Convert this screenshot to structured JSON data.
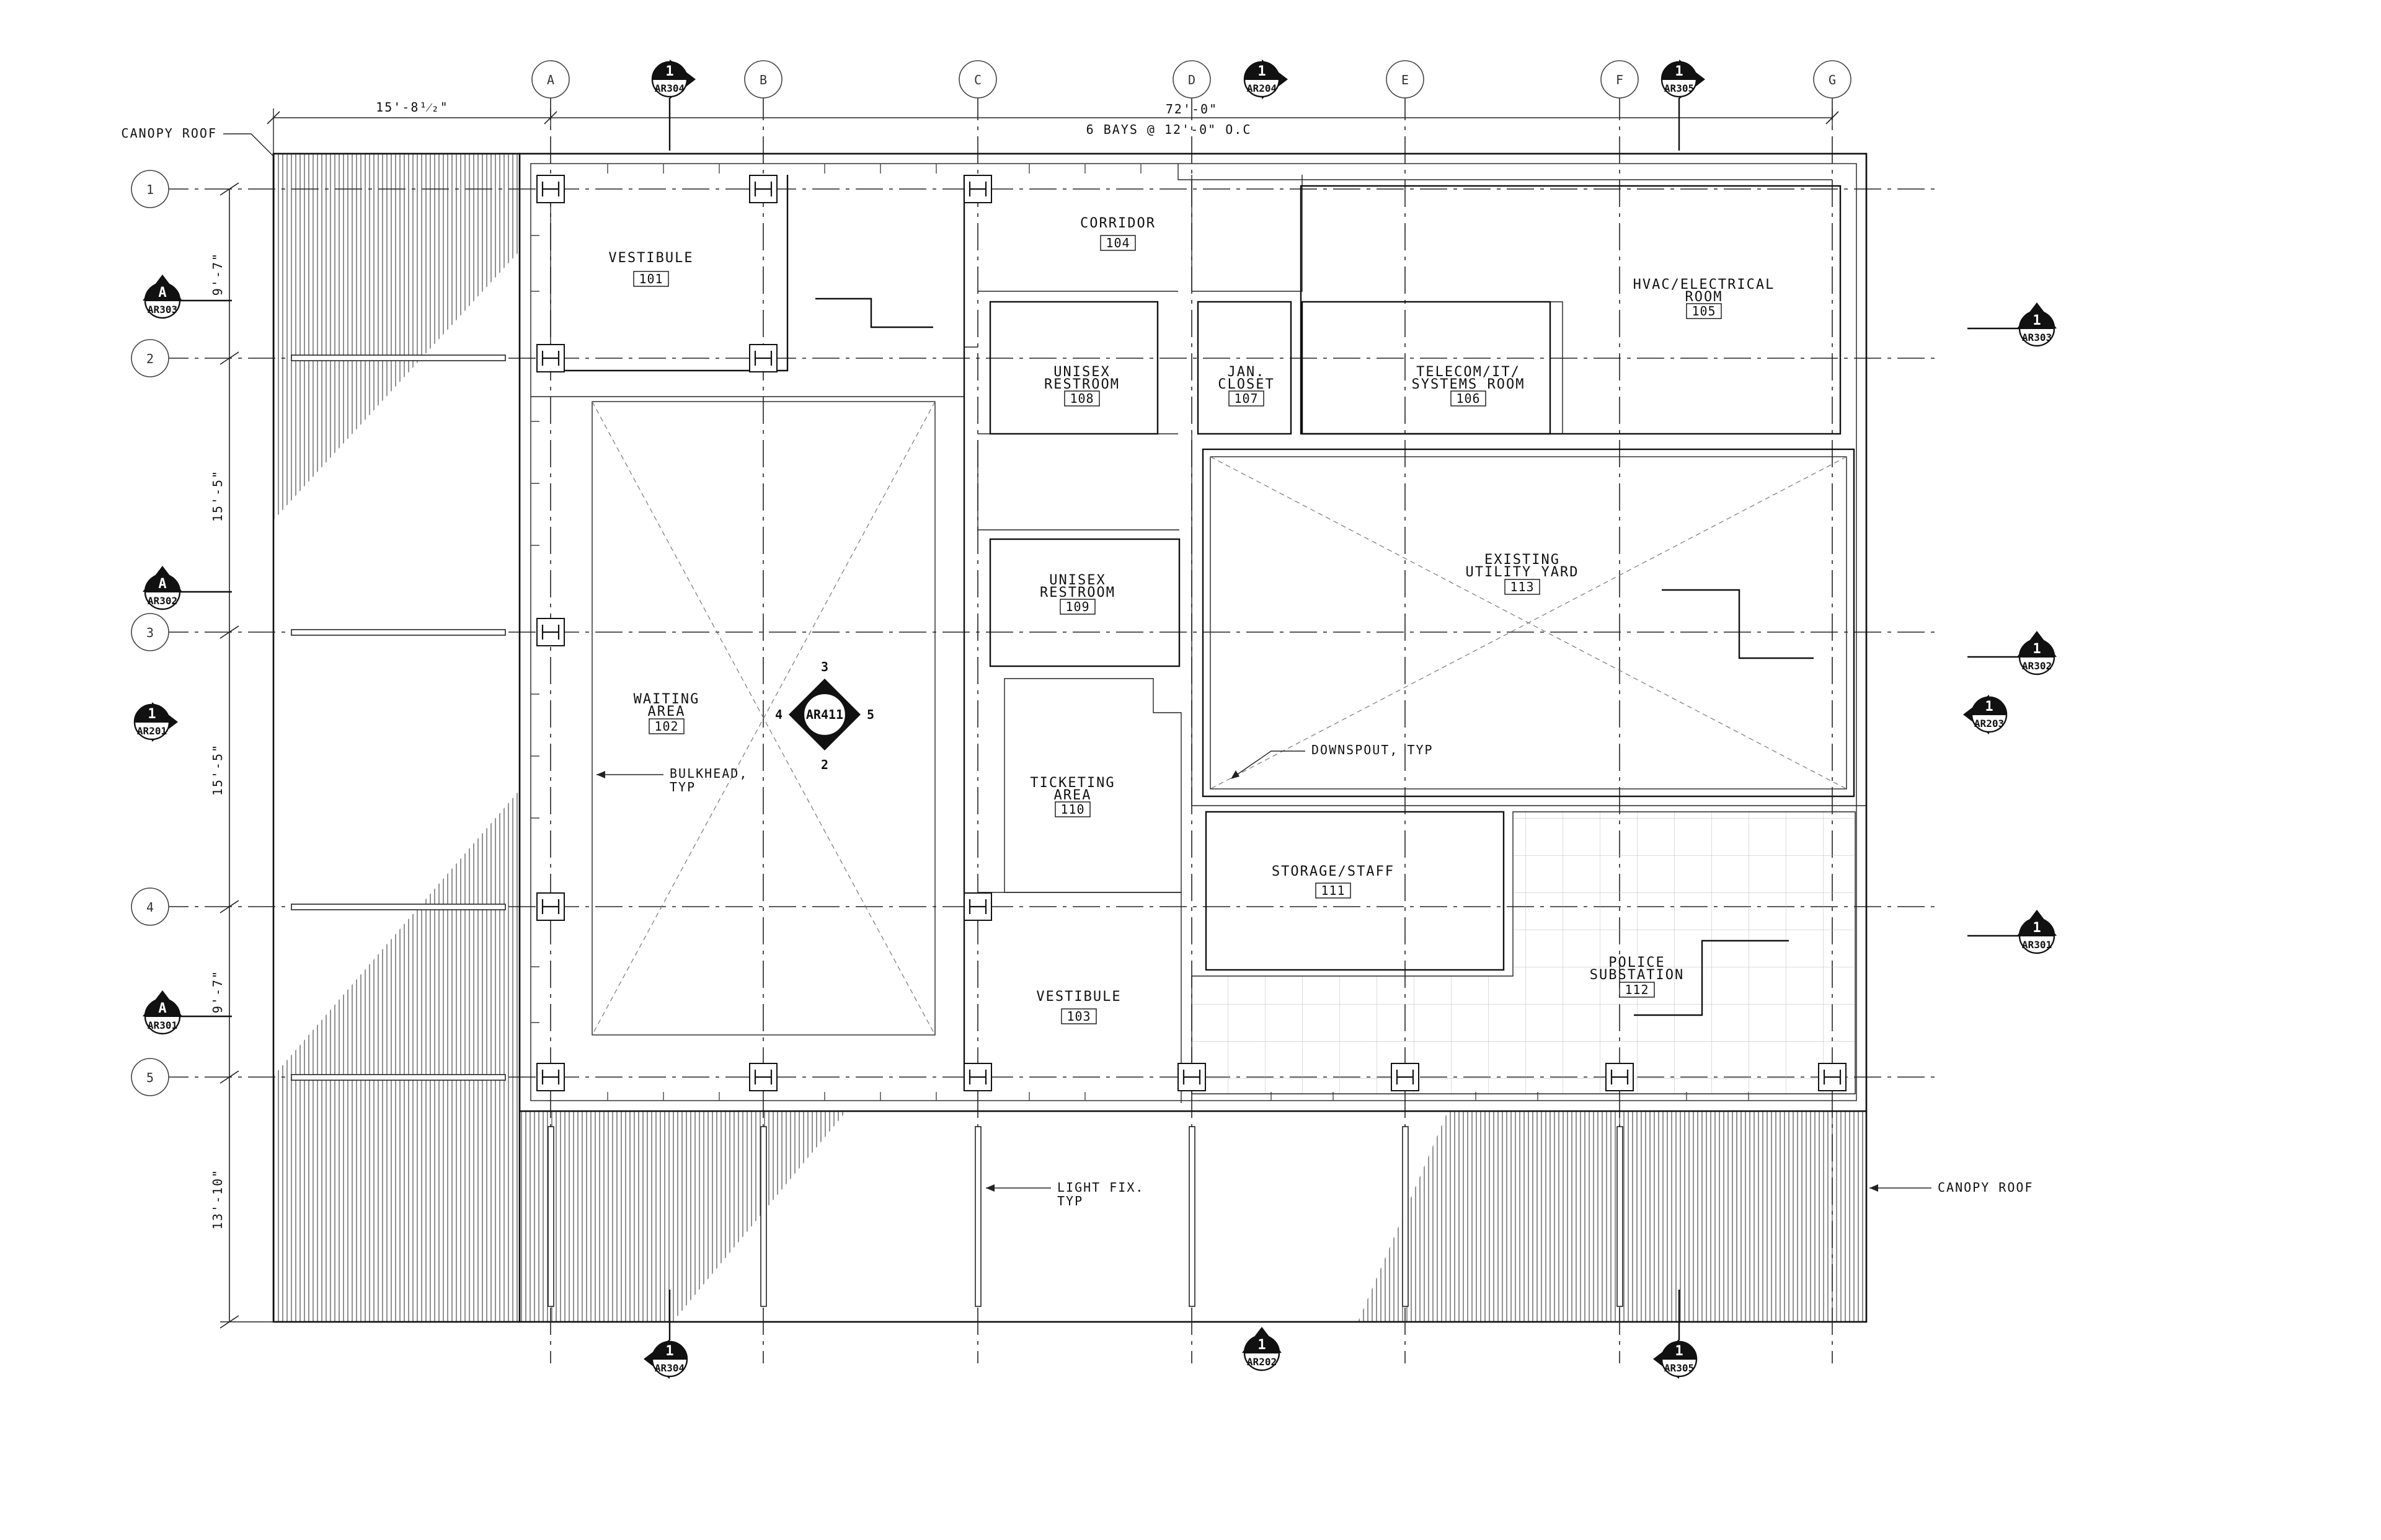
{
  "grid_columns": [
    "A",
    "B",
    "C",
    "D",
    "E",
    "F",
    "G"
  ],
  "grid_rows": [
    "1",
    "2",
    "3",
    "4",
    "5"
  ],
  "dimensions": {
    "top_left": "15'-8¹⁄₂\"",
    "top_total": "72'-0\"",
    "top_bays": "6 BAYS @ 12'-0\" O.C",
    "left_1": "9'-7\"",
    "left_2": "15'-5\"",
    "left_3": "15'-5\"",
    "left_4": "9'-7\"",
    "left_5": "13'-10\""
  },
  "rooms": [
    {
      "name": "VESTIBULE",
      "number": "101"
    },
    {
      "name": "WAITING AREA",
      "number": "102"
    },
    {
      "name": "VESTIBULE",
      "number": "103"
    },
    {
      "name": "CORRIDOR",
      "number": "104"
    },
    {
      "name": "HVAC/ELECTRICAL ROOM",
      "number": "105"
    },
    {
      "name": "TELECOM/IT/ SYSTEMS ROOM",
      "number": "106"
    },
    {
      "name": "JAN. CLOSET",
      "number": "107"
    },
    {
      "name": "UNISEX RESTROOM",
      "number": "108"
    },
    {
      "name": "UNISEX RESTROOM",
      "number": "109"
    },
    {
      "name": "TICKETING AREA",
      "number": "110"
    },
    {
      "name": "STORAGE/STAFF",
      "number": "111"
    },
    {
      "name": "POLICE SUBSTATION",
      "number": "112"
    },
    {
      "name": "EXISTING UTILITY YARD",
      "number": "113"
    }
  ],
  "notes": {
    "canopy_roof_top": "CANOPY ROOF",
    "canopy_roof_right": "CANOPY ROOF",
    "bulkhead": "BULKHEAD, TYP",
    "light_fix": "LIGHT FIX. TYP",
    "downspout": "DOWNSPOUT, TYP"
  },
  "section_tags": [
    {
      "num": "1",
      "sheet": "AR304"
    },
    {
      "num": "1",
      "sheet": "AR204"
    },
    {
      "num": "1",
      "sheet": "AR305"
    },
    {
      "num": "A",
      "sheet": "AR303"
    },
    {
      "num": "A",
      "sheet": "AR302"
    },
    {
      "num": "1",
      "sheet": "AR201"
    },
    {
      "num": "A",
      "sheet": "AR301"
    },
    {
      "num": "1",
      "sheet": "AR303"
    },
    {
      "num": "1",
      "sheet": "AR302"
    },
    {
      "num": "1",
      "sheet": "AR203"
    },
    {
      "num": "1",
      "sheet": "AR301"
    },
    {
      "num": "1",
      "sheet": "AR304"
    },
    {
      "num": "1",
      "sheet": "AR202"
    },
    {
      "num": "1",
      "sheet": "AR305"
    }
  ],
  "interior_elevation": {
    "sheet": "AR411",
    "top": "3",
    "right": "5",
    "bottom": "2",
    "left": "4"
  }
}
